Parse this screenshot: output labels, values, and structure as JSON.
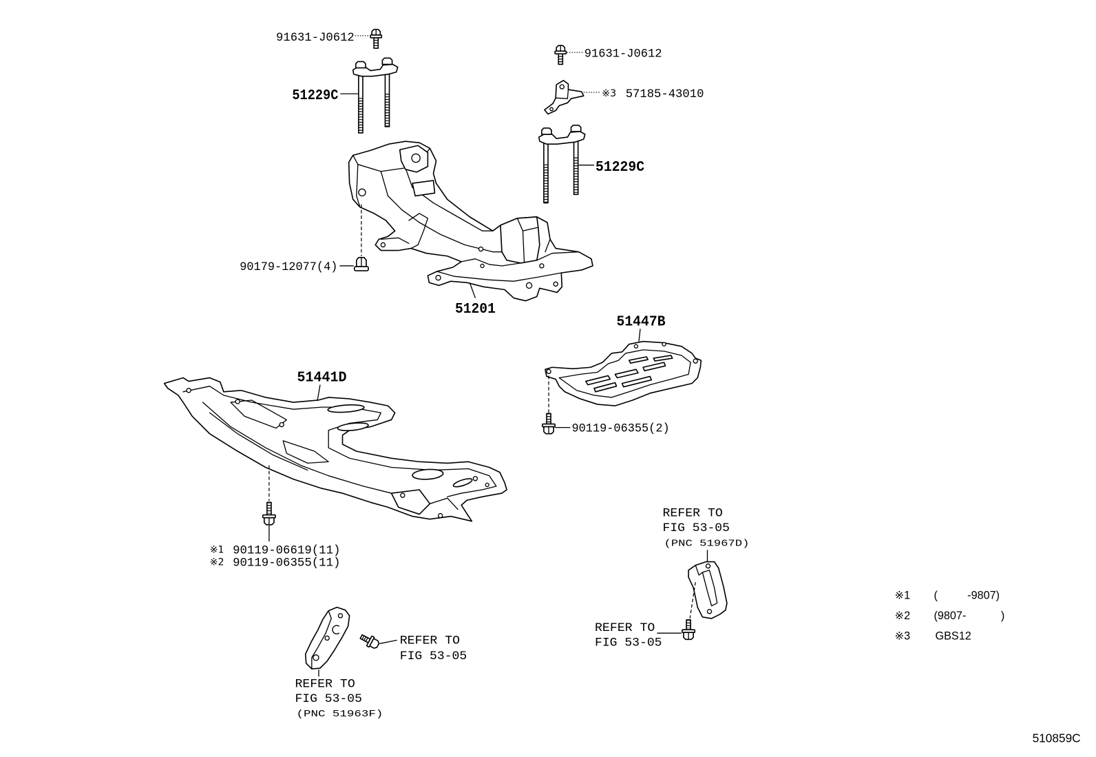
{
  "callouts": {
    "bolt_top_left": "91631-J0612",
    "stud_bracket_left": "51229C",
    "bolt_top_right": "91631-J0612",
    "bracket_mark": "※3",
    "bracket": "57185-43010",
    "stud_bracket_right": "51229C",
    "crossmember_nut": "90179-12077(4)",
    "crossmember": "51201",
    "skid_plate": "51447B",
    "skid_plate_bolt": "90119-06355(2)",
    "under_cover": "51441D",
    "under_cover_bolt_mark_1": "※1",
    "under_cover_bolt_1": "90119-06619(11)",
    "under_cover_bolt_mark_2": "※2",
    "under_cover_bolt_2": "90119-06355(11)"
  },
  "references": {
    "bracket_right": {
      "line1": "REFER TO",
      "line2": "FIG 53-05",
      "pnc": "(PNC 51967D)"
    },
    "bolt_right": {
      "line1": "REFER TO",
      "line2": "FIG 53-05"
    },
    "bolt_left": {
      "line1": "REFER TO",
      "line2": "FIG 53-05"
    },
    "bracket_left": {
      "line1": "REFER TO",
      "line2": "FIG 53-05",
      "pnc": "(PNC 51963F)"
    }
  },
  "legend": [
    {
      "mark": "※1",
      "left": "(",
      "right": "-9807)"
    },
    {
      "mark": "※2",
      "left": "(9807-",
      "right": ")"
    },
    {
      "mark": "※3",
      "left": "GBS12"
    }
  ],
  "figure_code": "510859C"
}
